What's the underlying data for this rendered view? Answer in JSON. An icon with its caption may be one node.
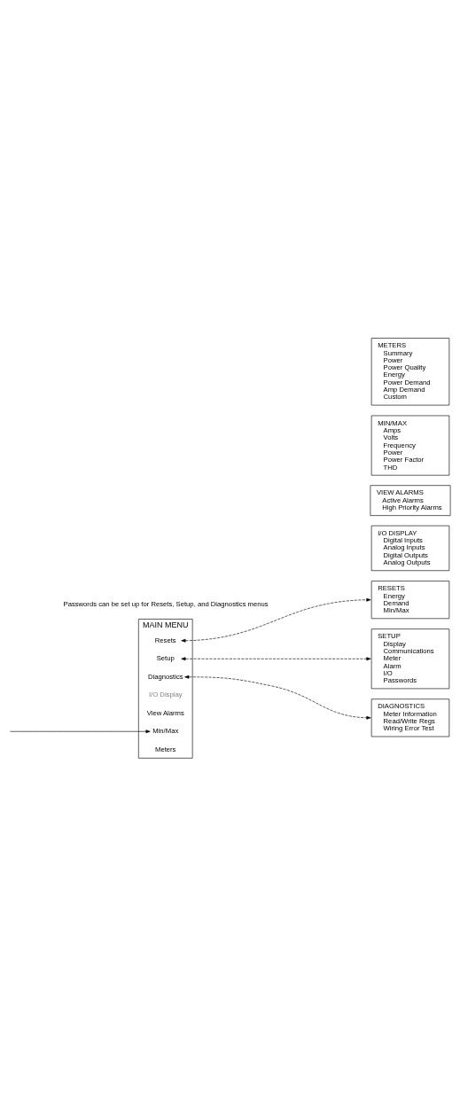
{
  "diagram": {
    "nodes": [
      {
        "text": [
          "METERS",
          "Summary",
          "Power",
          "Power Quality",
          "Energy",
          "Power Demand",
          "Amp Demand",
          "Custom"
        ]
      },
      {
        "text": [
          "MIN/MAX",
          "Amps",
          "Volts",
          "Frequency",
          "Power",
          "Power Factor",
          "THD"
        ]
      },
      {
        "text": [
          "VIEW ALARMS",
          "Active Alarms",
          "High Priority Alarms"
        ]
      },
      {
        "text": [
          "MAIN MENU"
        ]
      },
      {
        "text": [
          "Meters"
        ],
        "in": 3
      },
      {
        "text": [
          "Min/Max"
        ],
        "in": 3
      },
      {
        "text": [
          "View Alarms"
        ],
        "in": 3
      },
      {
        "text": [
          "I/O Display"
        ],
        "in": 3
      },
      {
        "text": [
          "Resets"
        ],
        "in": 3
      },
      {
        "text": [
          "Setup"
        ],
        "in": 3
      },
      {
        "text": [
          "Diagnostics"
        ],
        "in": 3
      },
      {
        "text": [
          "I/O DISPLAY",
          "Digital Inputs",
          "Analog Inputs",
          "Digital Outputs",
          "Analog Outputs"
        ]
      },
      {
        "text": [
          "RESETS",
          "Energy",
          "Demand",
          "Min/Max"
        ]
      },
      {
        "text": [
          "SETUP",
          "Display",
          "Communications",
          "Meter",
          "Alarm",
          "I/O",
          "Passwords"
        ]
      },
      {
        "text": [
          "DIAGNOSTICS",
          "Meter Information",
          "Read/Write Regs",
          "Wiring Error Test"
        ]
      }
    ],
    "edges": [
      {
        "from": null,
        "to": 5,
        "arrow": "to"
      },
      {
        "from": 8,
        "to": 12,
        "arrow": "both",
        "style": "dashed"
      },
      {
        "from": 9,
        "to": 13,
        "arrow": "both",
        "style": "dashed"
      },
      {
        "from": 10,
        "to": 14,
        "arrow": "both",
        "style": "dashed"
      }
    ],
    "labels": [
      "Passwords can be set up for Resets, Setup, and Diagnostics menus"
    ]
  }
}
